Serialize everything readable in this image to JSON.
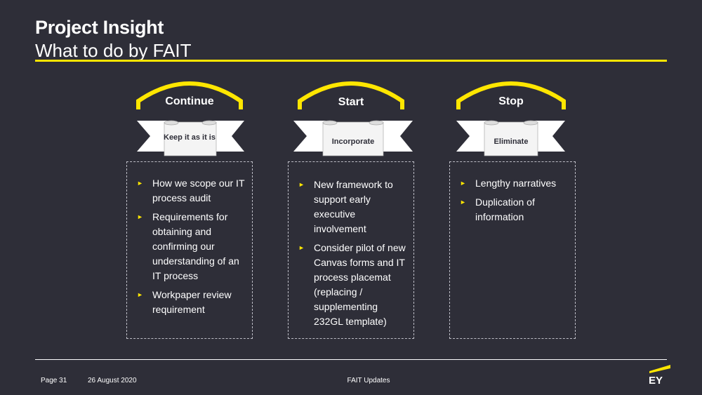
{
  "header": {
    "title": "Project Insight",
    "subtitle": "What to do by FAIT"
  },
  "columns": [
    {
      "heading": "Continue",
      "scroll_label": "Keep it as it is",
      "items": [
        "How we scope our IT process audit",
        "Requirements for obtaining and confirming our understanding of an IT process",
        "Workpaper review requirement"
      ]
    },
    {
      "heading": "Start",
      "scroll_label": "Incorporate",
      "items": [
        "New framework to support early executive involvement",
        "Consider pilot of new Canvas forms and IT process placemat (replacing / supplementing 232GL template)"
      ]
    },
    {
      "heading": "Stop",
      "scroll_label": "Eliminate",
      "items": [
        "Lengthy narratives",
        "Duplication of information"
      ]
    }
  ],
  "footer": {
    "page": "Page 31",
    "date": "26 August 2020",
    "center": "FAIT Updates",
    "logo_text": "EY"
  },
  "colors": {
    "background": "#2e2e38",
    "accent": "#ffe600",
    "text": "#ffffff"
  },
  "icons": {
    "bullet": "triangle-right-icon"
  }
}
